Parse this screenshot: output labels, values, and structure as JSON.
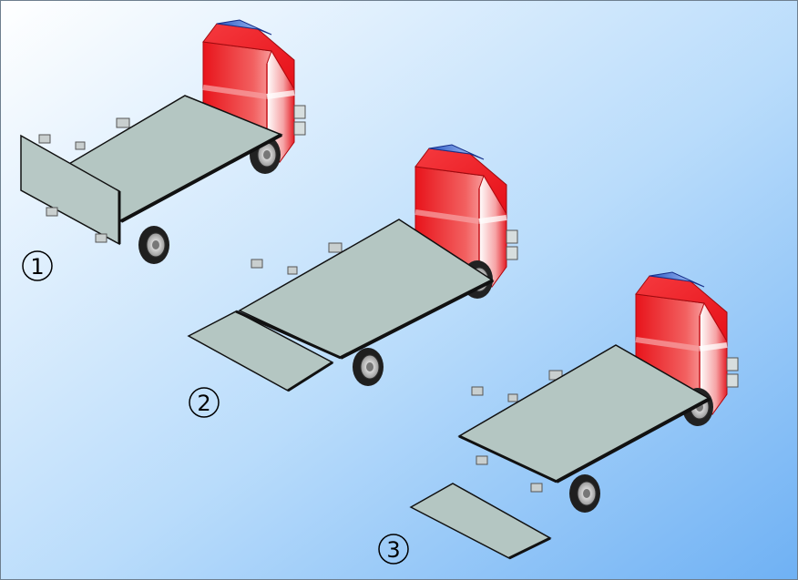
{
  "steps": [
    {
      "label": "1",
      "description_hidden": ""
    },
    {
      "label": "2",
      "description_hidden": ""
    },
    {
      "label": "3",
      "description_hidden": ""
    }
  ],
  "colors": {
    "background_start": "#ffffff",
    "background_end": "#7ab8f5",
    "cab_red": "#ee1c24",
    "bed_gray": "#b4c6c2",
    "outline": "#111111"
  }
}
